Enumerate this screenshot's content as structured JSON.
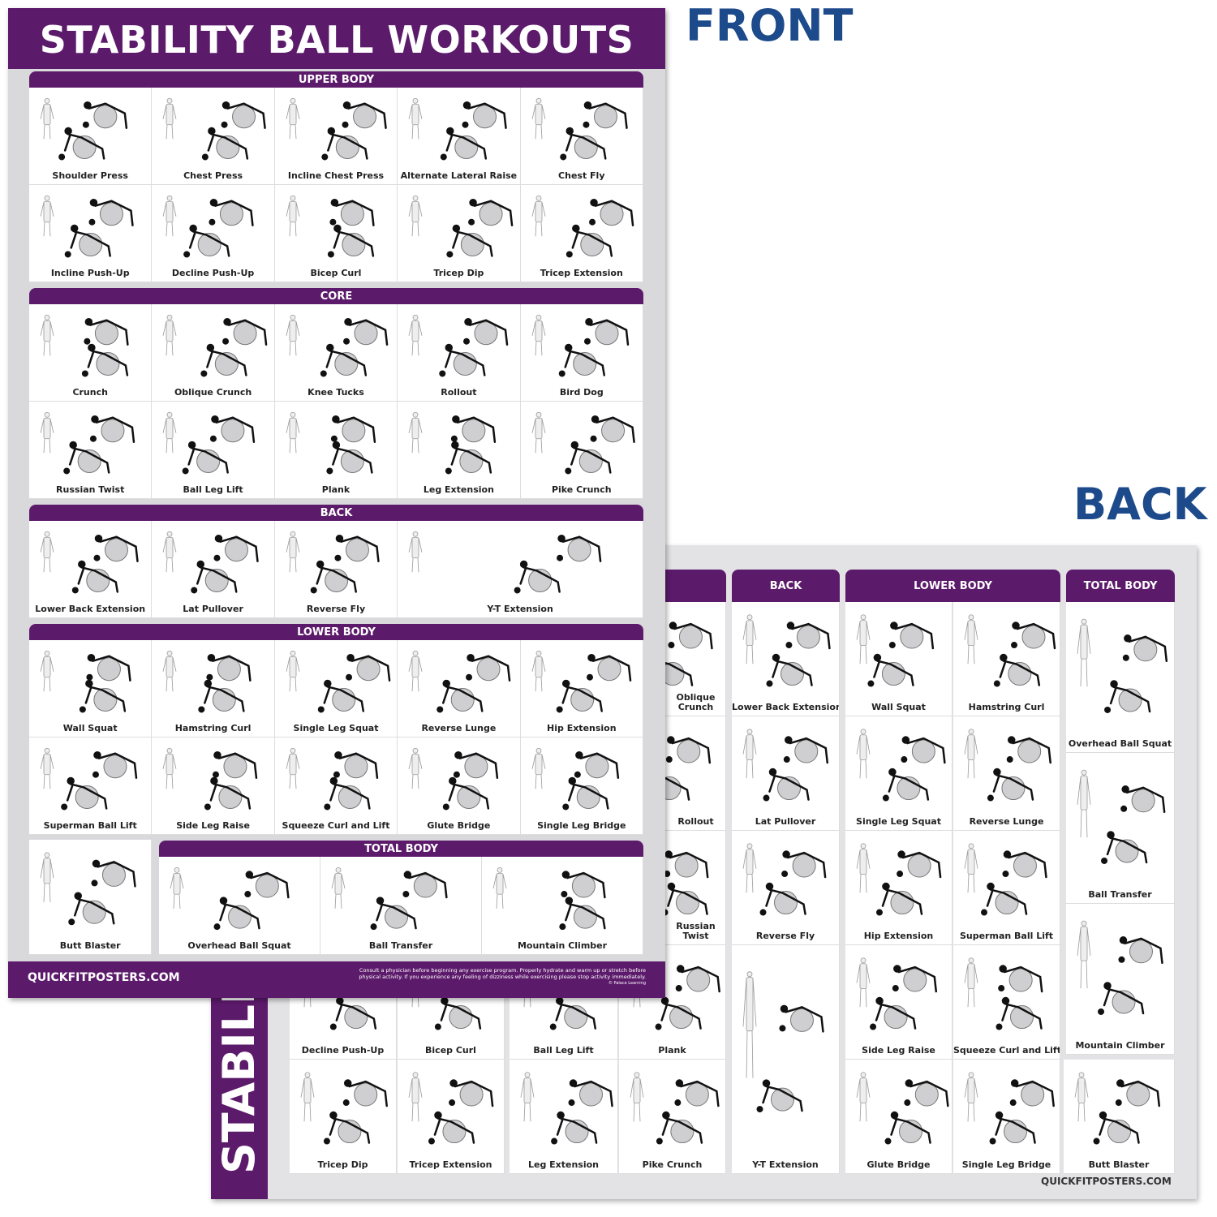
{
  "labels": {
    "front": "FRONT",
    "back": "BACK"
  },
  "front": {
    "title": "STABILITY BALL WORKOUTS",
    "sections": [
      {
        "title": "UPPER BODY",
        "exercises": [
          "Shoulder Press",
          "Chest Press",
          "Incline Chest Press",
          "Alternate Lateral Raise",
          "Chest Fly",
          "Incline Push-Up",
          "Decline Push-Up",
          "Bicep Curl",
          "Tricep Dip",
          "Tricep Extension"
        ]
      },
      {
        "title": "CORE",
        "exercises": [
          "Crunch",
          "Oblique Crunch",
          "Knee Tucks",
          "Rollout",
          "Bird Dog",
          "Russian Twist",
          "Ball Leg Lift",
          "Plank",
          "Leg Extension",
          "Pike Crunch"
        ]
      },
      {
        "title": "BACK",
        "exercises": [
          "Lower Back Extension",
          "Lat Pullover",
          "Reverse Fly",
          "Y-T Extension"
        ]
      },
      {
        "title": "LOWER BODY",
        "exercises": [
          "Wall Squat",
          "Hamstring Curl",
          "Single Leg Squat",
          "Reverse Lunge",
          "Hip Extension",
          "Superman Ball Lift",
          "Side Leg Raise",
          "Squeeze Curl and Lift",
          "Glute Bridge",
          "Single Leg Bridge",
          "Butt Blaster"
        ]
      },
      {
        "title": "TOTAL BODY",
        "exercises": [
          "Overhead Ball Squat",
          "Ball Transfer",
          "Mountain Climber"
        ]
      }
    ],
    "footer": {
      "site": "QUICKFITPOSTERS.COM",
      "disclaimer": "Consult a physician before beginning any exercise program. Properly hydrate and warm up or stretch before physical activity. If you experience any feeling of dizziness while exercising please stop activity immediately.",
      "copyright": "© Palace Learning"
    }
  },
  "back": {
    "vertical_title": "STABILITY BALL WORKOUTS",
    "upper_body": {
      "exercises": [
        "Decline Push-Up",
        "Bicep Curl",
        "Tricep Dip",
        "Tricep Extension"
      ]
    },
    "core": {
      "exercises": [
        "Oblique Crunch",
        "Rollout",
        "Russian Twist",
        "Ball Leg Lift",
        "Plank",
        "Leg Extension",
        "Pike Crunch"
      ]
    },
    "back_section": {
      "title": "BACK",
      "exercises": [
        "Lower Back Extension",
        "Lat Pullover",
        "Reverse Fly",
        "Y-T Extension"
      ]
    },
    "lower_body": {
      "title": "LOWER BODY",
      "exercises": [
        "Wall Squat",
        "Hamstring Curl",
        "Single Leg Squat",
        "Reverse Lunge",
        "Hip Extension",
        "Superman Ball Lift",
        "Side Leg Raise",
        "Squeeze Curl and Lift",
        "Glute Bridge",
        "Single Leg Bridge"
      ]
    },
    "total_body": {
      "title": "TOTAL BODY",
      "exercises": [
        "Overhead Ball Squat",
        "Ball Transfer",
        "Mountain Climber",
        "Butt Blaster"
      ]
    },
    "site": "QUICKFITPOSTERS.COM"
  },
  "colors": {
    "brand_purple": "#5c1a6b",
    "label_blue": "#1d4a8b",
    "ball_grey": "#cfcfd2"
  }
}
